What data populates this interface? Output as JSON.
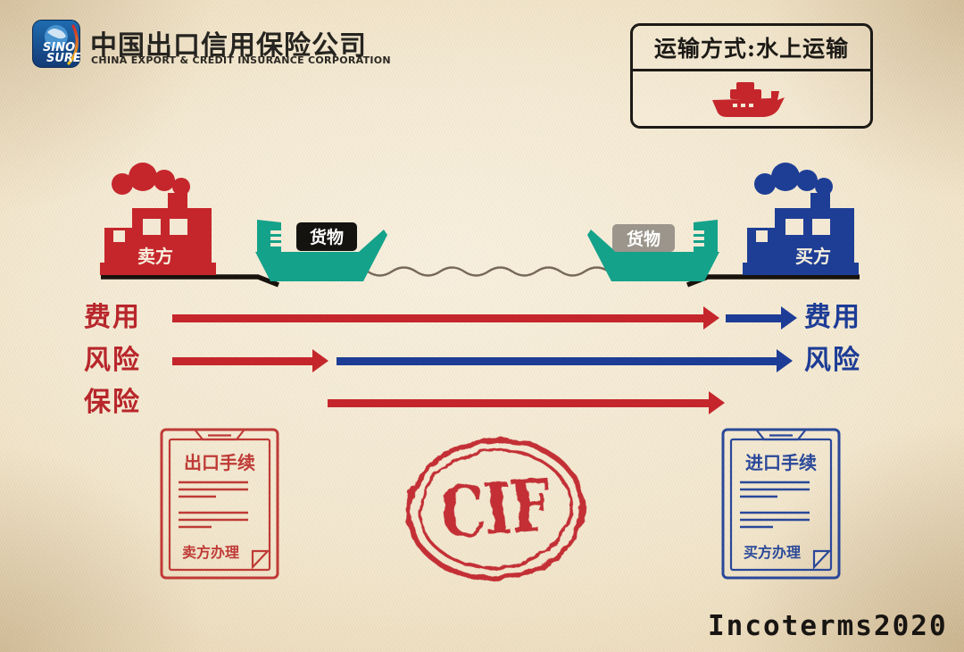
{
  "colors": {
    "red": "#c5262c",
    "blue": "#1e3e96",
    "teal": "#14a28a",
    "ink": "#1c1a16",
    "gray_label": "#9b958b",
    "paper": "#ecdfc2"
  },
  "header": {
    "logo": {
      "line1": "SINO",
      "line2": "SURE"
    },
    "company_cn": "中国出口信用保险公司",
    "company_en": "CHINA EXPORT & CREDIT INSURANCE CORPORATION"
  },
  "transport": {
    "title": "运输方式:水上运输"
  },
  "scene": {
    "seller_label": "卖方",
    "buyer_label": "买方",
    "cargo_left": "货物",
    "cargo_right": "货物"
  },
  "flows": [
    {
      "name": "cost",
      "left_label": "费用",
      "right_label": "费用"
    },
    {
      "name": "risk",
      "left_label": "风险",
      "right_label": "风险"
    },
    {
      "name": "insurance",
      "left_label": "保险"
    }
  ],
  "documents": {
    "export": {
      "title": "出口手续",
      "handler": "卖方办理"
    },
    "import": {
      "title": "进口手续",
      "handler": "买方办理"
    }
  },
  "stamp": {
    "text": "CIF"
  },
  "footer": {
    "text": "Incoterms2020"
  }
}
